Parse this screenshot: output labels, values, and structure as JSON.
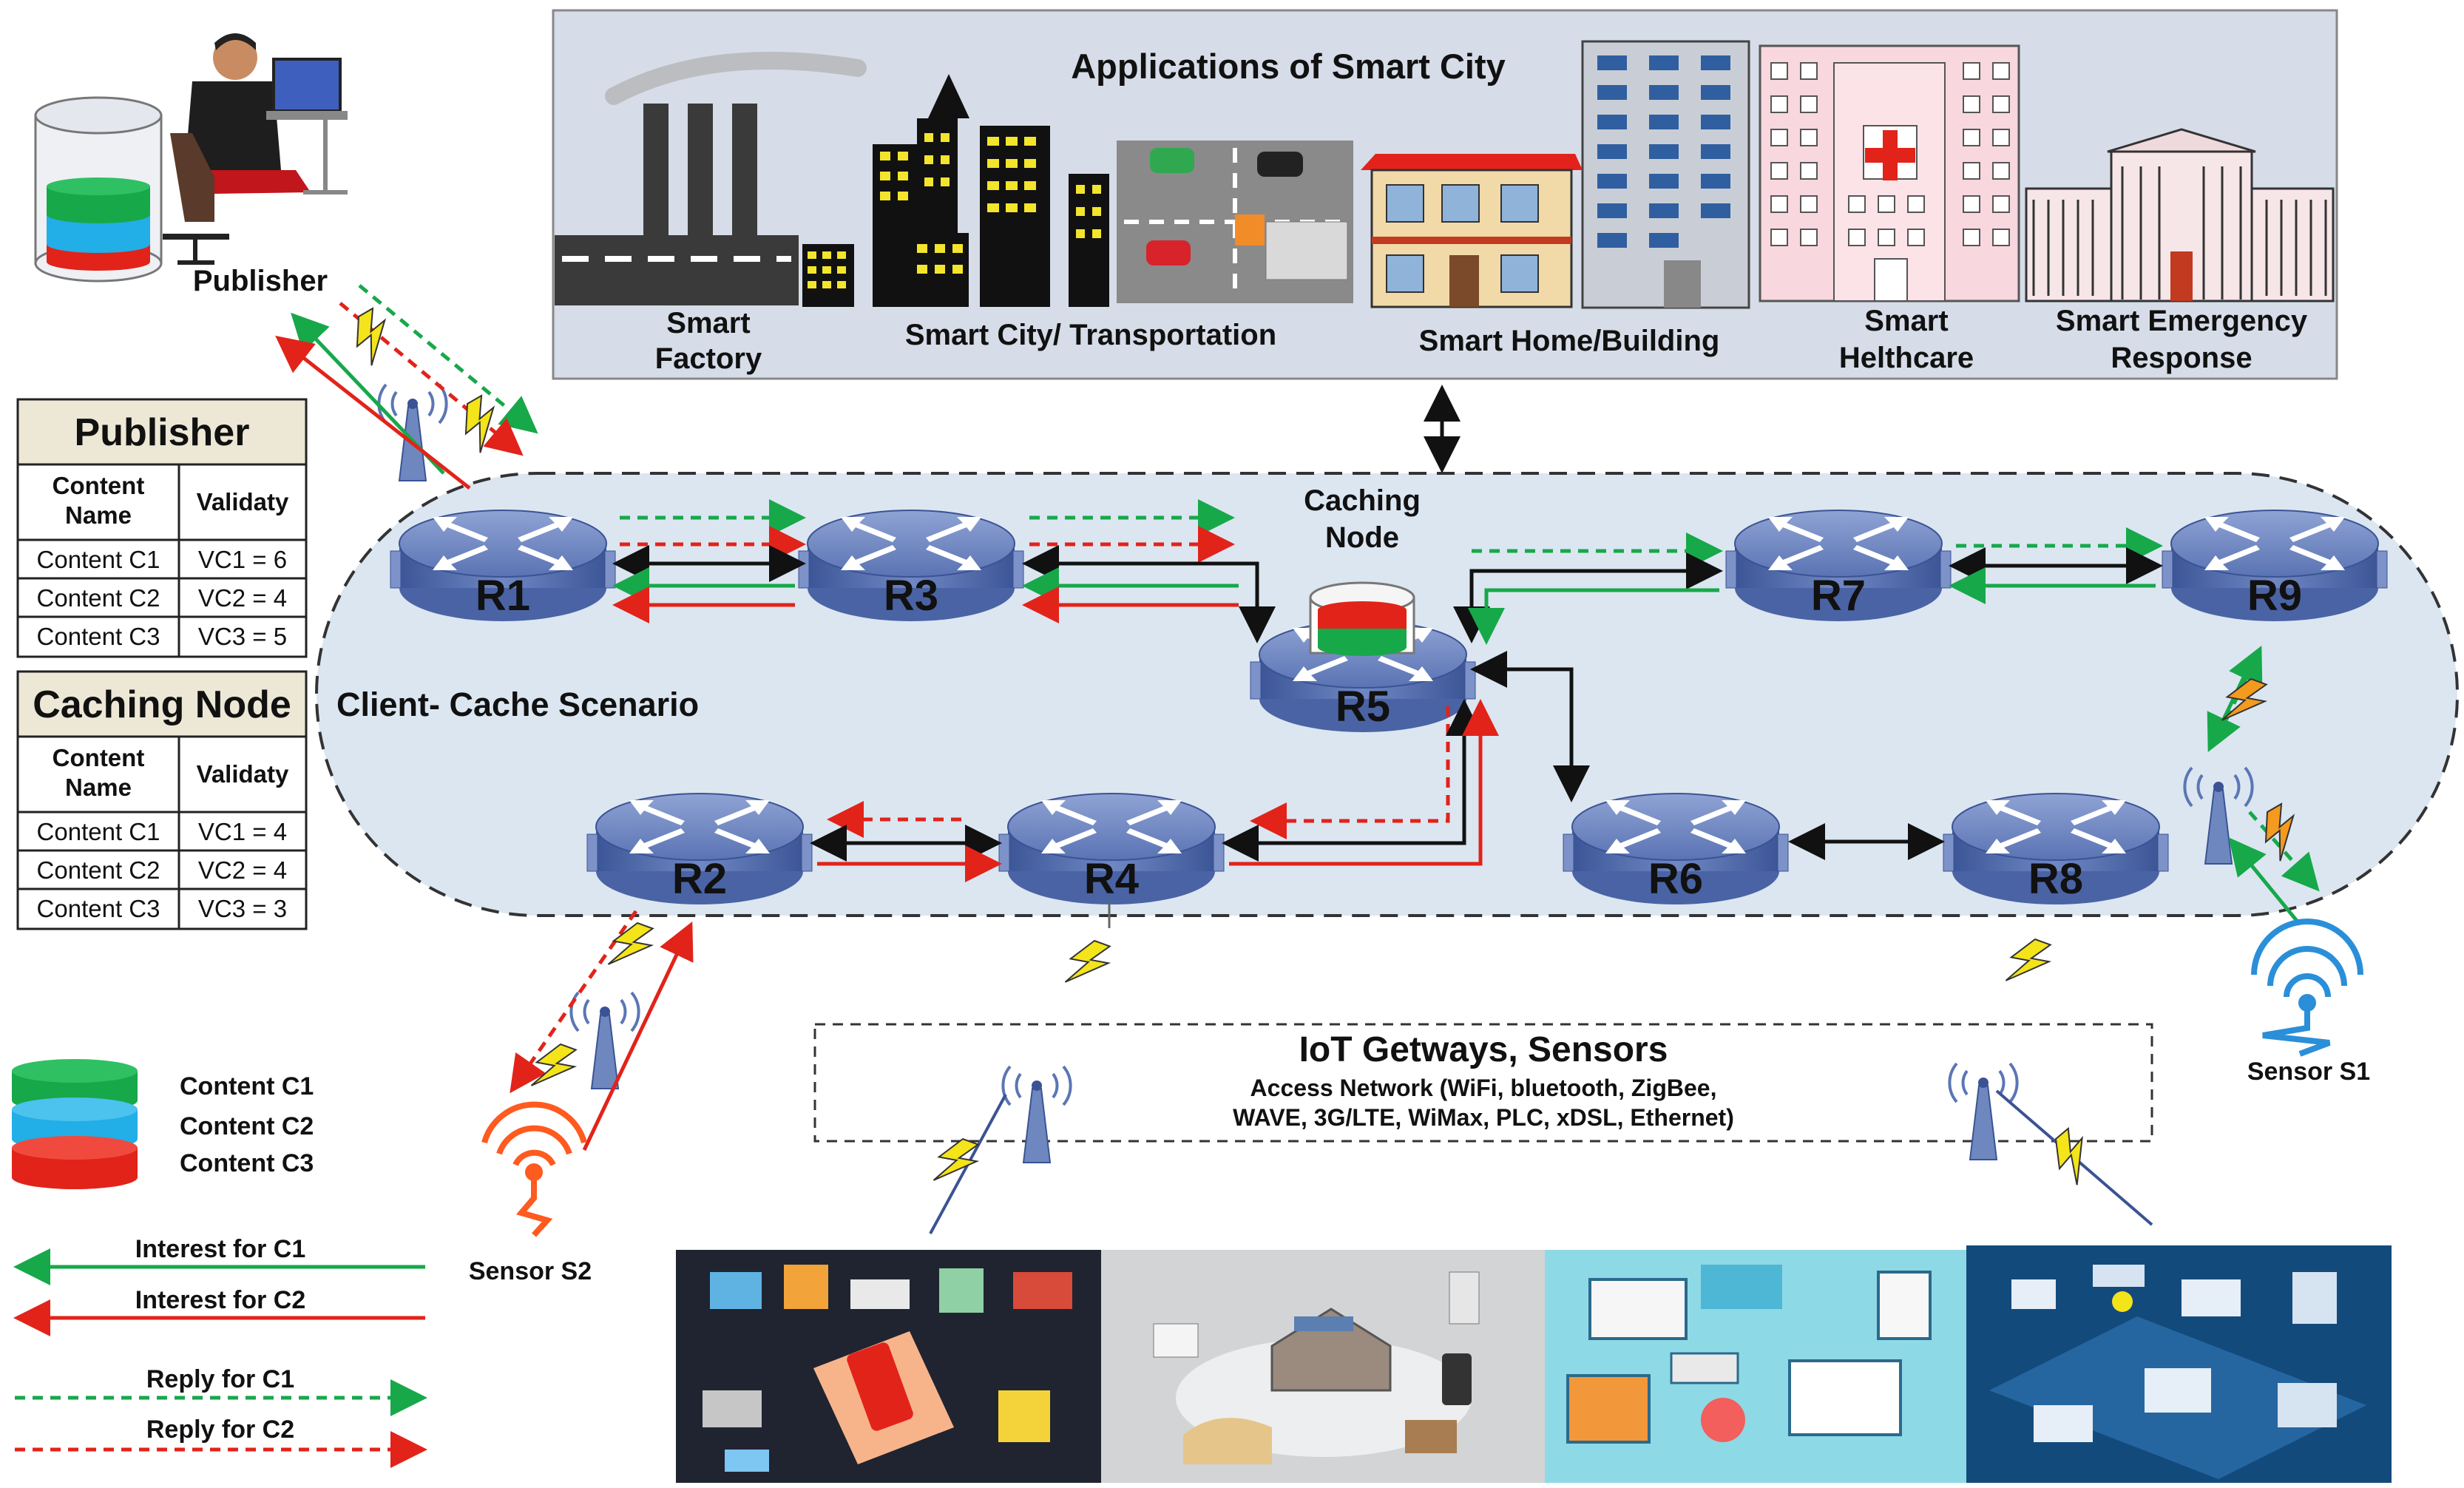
{
  "app_header": {
    "title": "Applications of Smart City"
  },
  "applications": [
    {
      "label_l1": "Smart",
      "label_l2": "Factory"
    },
    {
      "label_l1": "Smart City/ Transportation",
      "label_l2": ""
    },
    {
      "label_l1": "Smart Home/Building",
      "label_l2": ""
    },
    {
      "label_l1": "Smart",
      "label_l2": "Helthcare"
    },
    {
      "label_l1": "Smart Emergency",
      "label_l2": "Response"
    }
  ],
  "publisher": {
    "label": "Publisher"
  },
  "tables": {
    "publisher": {
      "title": "Publisher",
      "col1_l1": "Content",
      "col1_l2": "Name",
      "col2": "Validaty",
      "rows": [
        {
          "name": "Content C1",
          "validity": "VC1 = 6"
        },
        {
          "name": "Content C2",
          "validity": "VC2 = 4"
        },
        {
          "name": "Content C3",
          "validity": "VC3 = 5"
        }
      ]
    },
    "caching": {
      "title": "Caching Node",
      "col1_l1": "Content",
      "col1_l2": "Name",
      "col2": "Validaty",
      "rows": [
        {
          "name": "Content C1",
          "validity": "VC1 = 4"
        },
        {
          "name": "Content C2",
          "validity": "VC2 = 4"
        },
        {
          "name": "Content C3",
          "validity": "VC3 = 3"
        }
      ]
    }
  },
  "scenario": {
    "label": "Client- Cache Scenario"
  },
  "caching_node": {
    "label_l1": "Caching",
    "label_l2": "Node"
  },
  "routers": {
    "r1": "R1",
    "r3": "R3",
    "r5": "R5",
    "r7": "R7",
    "r9": "R9",
    "r2": "R2",
    "r4": "R4",
    "r6": "R6",
    "r8": "R8"
  },
  "iot_box": {
    "title": "IoT Getways, Sensors",
    "line1": "Access Network (WiFi, bluetooth, ZigBee,",
    "line2": "WAVE, 3G/LTE, WiMax, PLC, xDSL, Ethernet)"
  },
  "sensors": {
    "s1": "Sensor S1",
    "s2": "Sensor S2"
  },
  "legend": {
    "c1": "Content C1",
    "c2": "Content C2",
    "c3": "Content C3",
    "interest_c1": "Interest for C1",
    "interest_c2": "Interest for C2",
    "reply_c1": "Reply for C1",
    "reply_c2": "Reply for C2"
  },
  "colors": {
    "c1_green": "#17a84a",
    "c2_blue": "#22aee6",
    "c3_red": "#e2231a",
    "router_blue": "#5b76b4",
    "cloud_fill": "#dbe6f1",
    "app_panel": "#d6dde8"
  }
}
